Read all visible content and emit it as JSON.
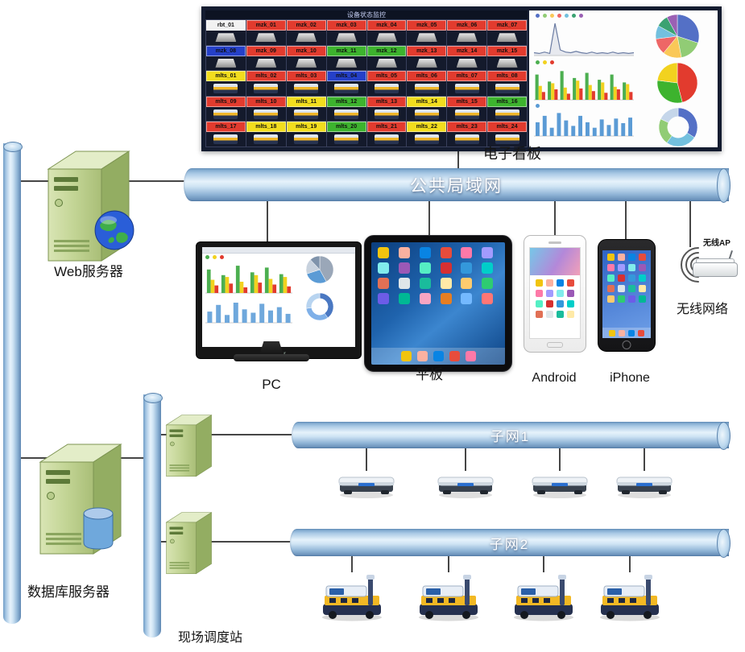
{
  "dashboard": {
    "label": "电子看板",
    "title": "设备状态监控",
    "cells": [
      {
        "label": "rbt_01",
        "color": "#f2f2f2",
        "type": "machine"
      },
      {
        "label": "mzk_01",
        "color": "#e23b2e",
        "type": "machine"
      },
      {
        "label": "mzk_02",
        "color": "#e23b2e",
        "type": "machine"
      },
      {
        "label": "mzk_03",
        "color": "#e23b2e",
        "type": "machine"
      },
      {
        "label": "mzk_04",
        "color": "#e23b2e",
        "type": "machine"
      },
      {
        "label": "mzk_05",
        "color": "#e23b2e",
        "type": "machine"
      },
      {
        "label": "mzk_06",
        "color": "#e23b2e",
        "type": "machine"
      },
      {
        "label": "mzk_07",
        "color": "#e23b2e",
        "type": "machine"
      },
      {
        "label": "mzk_08",
        "color": "#2540c8",
        "type": "machine"
      },
      {
        "label": "mzk_09",
        "color": "#e23b2e",
        "type": "machine"
      },
      {
        "label": "mzk_10",
        "color": "#e23b2e",
        "type": "machine"
      },
      {
        "label": "mzk_11",
        "color": "#3db32e",
        "type": "machine"
      },
      {
        "label": "mzk_12",
        "color": "#3db32e",
        "type": "machine"
      },
      {
        "label": "mzk_13",
        "color": "#e23b2e",
        "type": "machine"
      },
      {
        "label": "mzk_14",
        "color": "#e23b2e",
        "type": "machine"
      },
      {
        "label": "mzk_15",
        "color": "#e23b2e",
        "type": "machine"
      },
      {
        "label": "mlts_01",
        "color": "#f2dd1e",
        "type": "agv"
      },
      {
        "label": "mlts_02",
        "color": "#e23b2e",
        "type": "agv"
      },
      {
        "label": "mlts_03",
        "color": "#e23b2e",
        "type": "agv"
      },
      {
        "label": "mlts_04",
        "color": "#2540c8",
        "type": "agv"
      },
      {
        "label": "mlts_05",
        "color": "#e23b2e",
        "type": "agv"
      },
      {
        "label": "mlts_06",
        "color": "#e23b2e",
        "type": "agv"
      },
      {
        "label": "mlts_07",
        "color": "#e23b2e",
        "type": "agv"
      },
      {
        "label": "mlts_08",
        "color": "#e23b2e",
        "type": "agv"
      },
      {
        "label": "mlts_09",
        "color": "#e23b2e",
        "type": "agv"
      },
      {
        "label": "mlts_10",
        "color": "#e23b2e",
        "type": "agv"
      },
      {
        "label": "mlts_11",
        "color": "#f2dd1e",
        "type": "agv"
      },
      {
        "label": "mlts_12",
        "color": "#3db32e",
        "type": "agv"
      },
      {
        "label": "mlts_13",
        "color": "#e23b2e",
        "type": "agv"
      },
      {
        "label": "mlts_14",
        "color": "#f2dd1e",
        "type": "agv"
      },
      {
        "label": "mlts_15",
        "color": "#e23b2e",
        "type": "agv"
      },
      {
        "label": "mlts_16",
        "color": "#3db32e",
        "type": "agv"
      },
      {
        "label": "mlts_17",
        "color": "#e23b2e",
        "type": "agv"
      },
      {
        "label": "mlts_18",
        "color": "#f2dd1e",
        "type": "agv"
      },
      {
        "label": "mlts_19",
        "color": "#f2dd1e",
        "type": "agv"
      },
      {
        "label": "mlts_20",
        "color": "#3db32e",
        "type": "agv"
      },
      {
        "label": "mlts_21",
        "color": "#e23b2e",
        "type": "agv"
      },
      {
        "label": "mlts_22",
        "color": "#f2dd1e",
        "type": "agv"
      },
      {
        "label": "mlts_23",
        "color": "#e23b2e",
        "type": "agv"
      },
      {
        "label": "mlts_24",
        "color": "#e23b2e",
        "type": "agv"
      }
    ],
    "charts": {
      "line1": {
        "kind": "line",
        "color": "#6a7ba2",
        "values": [
          4,
          3,
          5,
          3,
          46,
          8,
          5,
          4,
          6,
          4,
          3,
          5,
          3,
          4,
          3,
          5,
          3,
          4,
          3,
          4
        ]
      },
      "pie1": {
        "kind": "pie",
        "values": [
          30,
          17,
          14,
          12,
          10,
          9,
          8
        ],
        "colors": [
          "#5470c6",
          "#91cc75",
          "#fac858",
          "#ee6666",
          "#73c0de",
          "#3ba272",
          "#9a60b4"
        ]
      },
      "bars1": {
        "kind": "bars",
        "series": [
          [
            58,
            42,
            66,
            50,
            62,
            46,
            58,
            40
          ],
          [
            32,
            38,
            28,
            44,
            34,
            40,
            30,
            36
          ],
          [
            18,
            24,
            14,
            26,
            20,
            16,
            24,
            18
          ]
        ],
        "colors": [
          "#4caf50",
          "#f2d21f",
          "#e23b2e"
        ]
      },
      "pie2": {
        "kind": "pie",
        "values": [
          46,
          31,
          23
        ],
        "colors": [
          "#e23b2e",
          "#3db32e",
          "#f2d21f"
        ]
      },
      "bars2": {
        "kind": "bars",
        "series": [
          [
            15,
            22,
            9,
            25,
            17,
            11,
            22,
            15,
            9,
            18,
            12,
            19,
            14,
            20
          ]
        ],
        "colors": [
          "#5b9bd5"
        ]
      },
      "donut1": {
        "kind": "pie",
        "inner": 0.55,
        "values": [
          34,
          26,
          22,
          18
        ],
        "colors": [
          "#5470c6",
          "#73c0de",
          "#91cc75",
          "#c5d6ea"
        ]
      }
    }
  },
  "pc_screen": {
    "charts": {
      "barsA": {
        "kind": "bars",
        "series": [
          [
            50,
            38,
            58,
            44,
            54,
            40
          ],
          [
            28,
            34,
            24,
            38,
            30,
            34
          ],
          [
            16,
            20,
            12,
            22,
            18,
            14
          ]
        ],
        "colors": [
          "#4caf50",
          "#f2d21f",
          "#e23b2e"
        ]
      },
      "pie": {
        "kind": "pie",
        "values": [
          42,
          28,
          18,
          12
        ],
        "colors": [
          "#9aa7b8",
          "#5b9bd5",
          "#c8d2de",
          "#7f93ab"
        ]
      },
      "barsB": {
        "kind": "bars",
        "series": [
          [
            10,
            16,
            7,
            18,
            12,
            9,
            17,
            11,
            14,
            8
          ]
        ],
        "colors": [
          "#6fa8dc"
        ]
      },
      "donut": {
        "kind": "pie",
        "inner": 0.6,
        "values": [
          40,
          33,
          27
        ],
        "colors": [
          "#4a78c2",
          "#7fb0e8",
          "#b8d4f0"
        ]
      }
    }
  },
  "network": {
    "lan_label": "公共局域网",
    "subnet1_label": "子网1",
    "subnet2_label": "子网2"
  },
  "nodes": {
    "web_server": "Web服务器",
    "db_server": "数据库服务器",
    "dispatch_station": "现场调度站",
    "pc": "PC",
    "tablet": "平板",
    "android": "Android",
    "iphone": "iPhone",
    "wifi_network": "无线网络",
    "wifi_ap": "无线AP",
    "monitor_brand": "acer"
  }
}
